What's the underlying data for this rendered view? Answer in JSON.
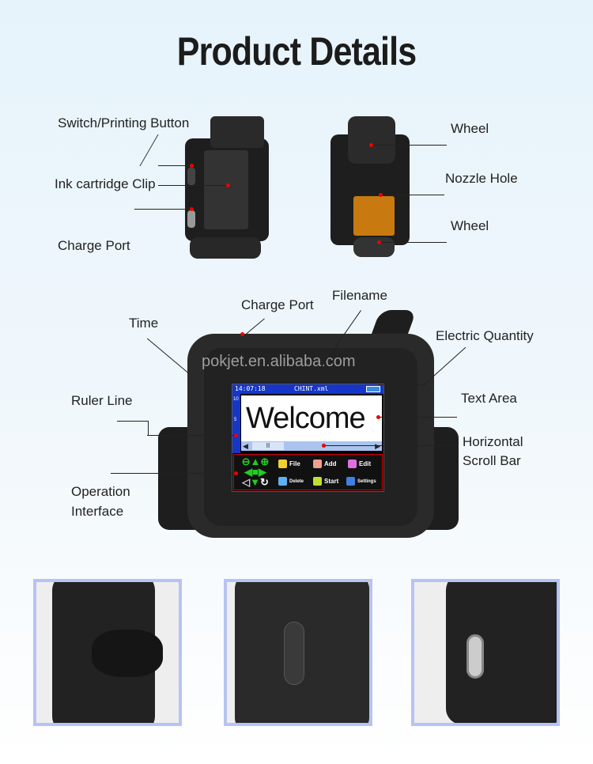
{
  "title": "Product Details",
  "labels": {
    "switch_button": "Switch/Printing Button",
    "ink_clip": "Ink cartridge Clip",
    "charge_port_top": "Charge Port",
    "wheel_top": "Wheel",
    "nozzle_hole": "Nozzle Hole",
    "wheel_bottom": "Wheel",
    "charge_port": "Charge Port",
    "filename": "Filename",
    "time": "Time",
    "electric_quantity": "Electric Quantity",
    "ruler_line": "Ruler Line",
    "text_area": "Text Area",
    "hscroll_1": "Horizontal",
    "hscroll_2": "Scroll Bar",
    "op_1": "Operation",
    "op_2": "Interface"
  },
  "screen": {
    "time": "14:07:18",
    "filename": "CHINT.xml",
    "ruler_ticks": [
      "10",
      "5"
    ],
    "text": "Welcome",
    "ops": {
      "file": "File",
      "add": "Add",
      "edit": "Edit",
      "delete": "Delete",
      "start": "Start",
      "settings": "Settings"
    }
  },
  "watermark": "pokjet.en.alibaba.com",
  "colors": {
    "accent_red": "#e00000",
    "thumb_border": "#b7c3f2",
    "screen_blue": "#1636c8"
  }
}
